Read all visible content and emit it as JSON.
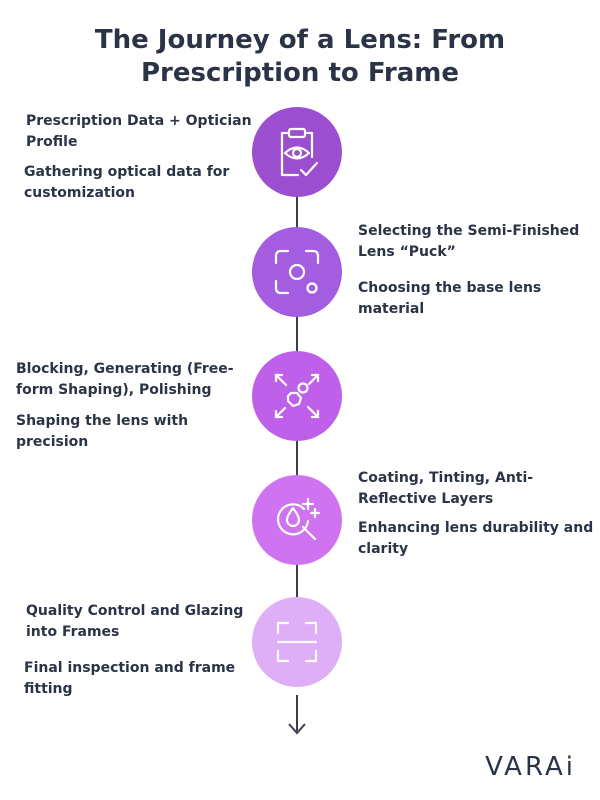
{
  "title_lines": [
    "The Journey of a Lens: From",
    "Prescription to Frame"
  ],
  "colors": {
    "step1": "#9b4ed0",
    "step2": "#a45ce0",
    "step3": "#bf60ea",
    "step4": "#cf73f0",
    "step5": "#deaef6",
    "text": "#2b3447",
    "line": "#3a3f4b"
  },
  "steps": [
    {
      "title": "Prescription Data + Optician Profile",
      "description": "Gathering optical data for customization",
      "icon": "clipboard-eye-icon"
    },
    {
      "title": "Selecting the Semi-Finished Lens “Puck”",
      "description": "Choosing the base lens material",
      "icon": "focus-scan-icon"
    },
    {
      "title": "Blocking, Generating (Free-form Shaping), Polishing",
      "description": "Shaping the lens with precision",
      "icon": "expand-shapes-icon"
    },
    {
      "title": "Coating, Tinting, Anti-Reflective Layers",
      "description": "Enhancing lens durability and clarity",
      "icon": "magnifier-drop-icon"
    },
    {
      "title": "Quality Control and Glazing into Frames",
      "description": "Final inspection and frame fitting",
      "icon": "scan-frame-icon"
    }
  ],
  "brand": "VARAi"
}
